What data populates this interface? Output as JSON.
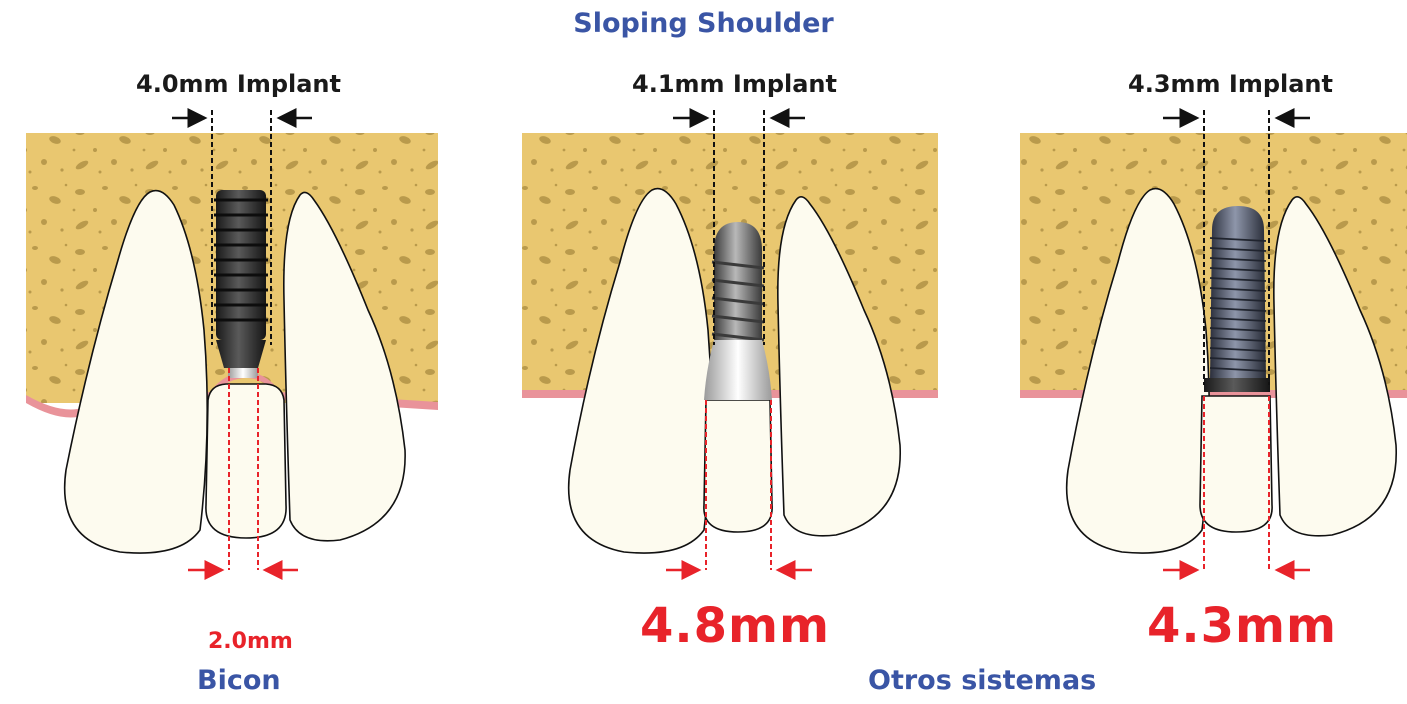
{
  "title": "Sloping Shoulder",
  "panels": [
    {
      "implant_label": "4.0mm Implant",
      "shoulder_label": "2.0mm"
    },
    {
      "implant_label": "4.1mm Implant",
      "shoulder_label": "4.8mm"
    },
    {
      "implant_label": "4.3mm Implant",
      "shoulder_label": "4.3mm"
    }
  ],
  "group_labels": {
    "left": "Bicon",
    "right": "Otros sistemas"
  },
  "colors": {
    "bone": "#e9c770",
    "spot": "#b99a4c",
    "gum": "#e9939a",
    "tooth": "#fdfbef",
    "red": "#e8232a",
    "blue": "#3a55a5"
  }
}
